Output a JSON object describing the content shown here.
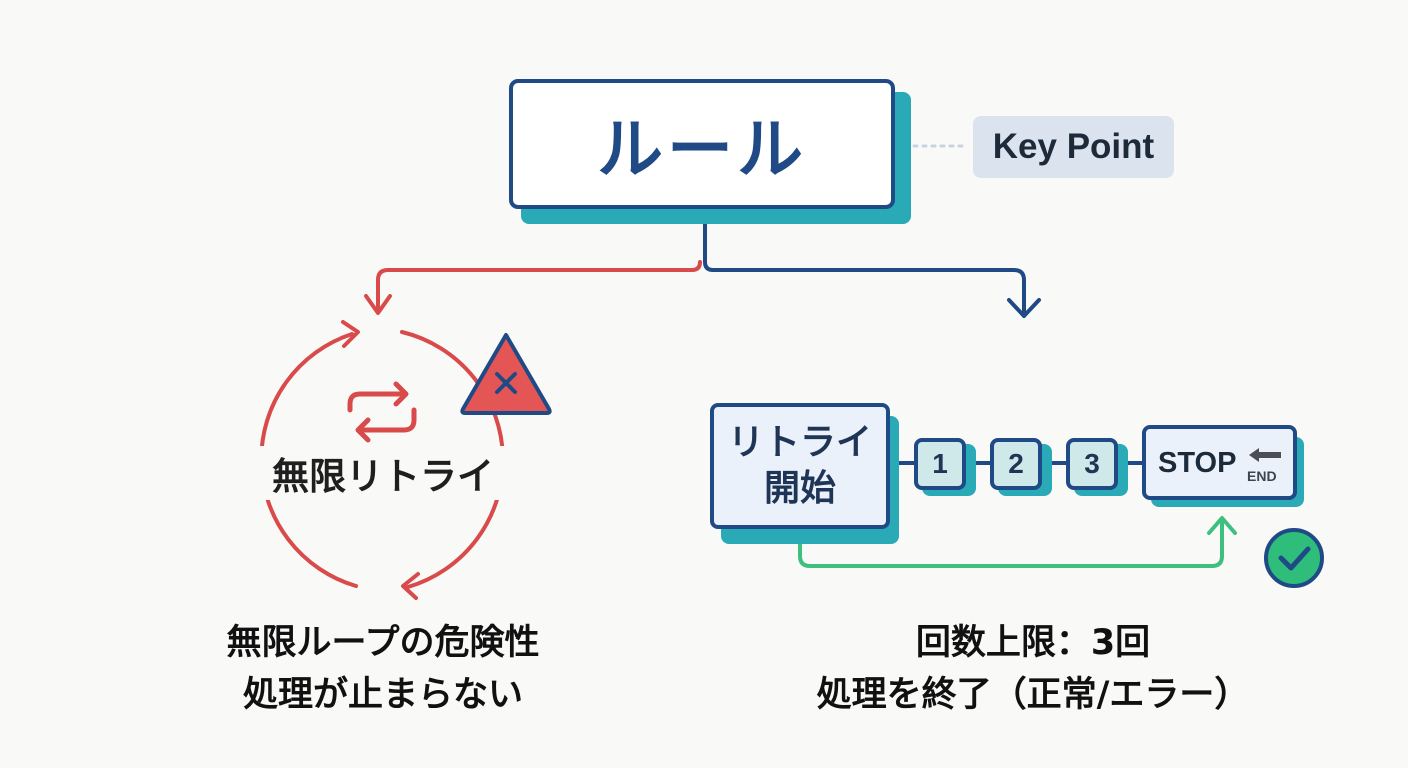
{
  "rule": {
    "title": "ルール",
    "key_point": "Key Point"
  },
  "left_branch": {
    "loop_label": "無限リトライ",
    "caption_line1": "無限ループの危険性",
    "caption_line2": "処理が止まらない"
  },
  "right_branch": {
    "start_line1": "リトライ",
    "start_line2": "開始",
    "counts": [
      "1",
      "2",
      "3"
    ],
    "stop_label": "STOP",
    "end_label": "END",
    "caption_line1": "回数上限：3回",
    "caption_line2": "処理を終了（正常/エラー）"
  },
  "icons": [
    "repeat-icon",
    "warning-x-icon",
    "check-circle-icon",
    "end-arrow-icon"
  ],
  "colors": {
    "navy": "#1f4a86",
    "teal_shadow": "#29aab6",
    "danger_red": "#d94a4a",
    "success_green": "#3dbf7f",
    "keypoint_bg": "#dbe3ee"
  }
}
